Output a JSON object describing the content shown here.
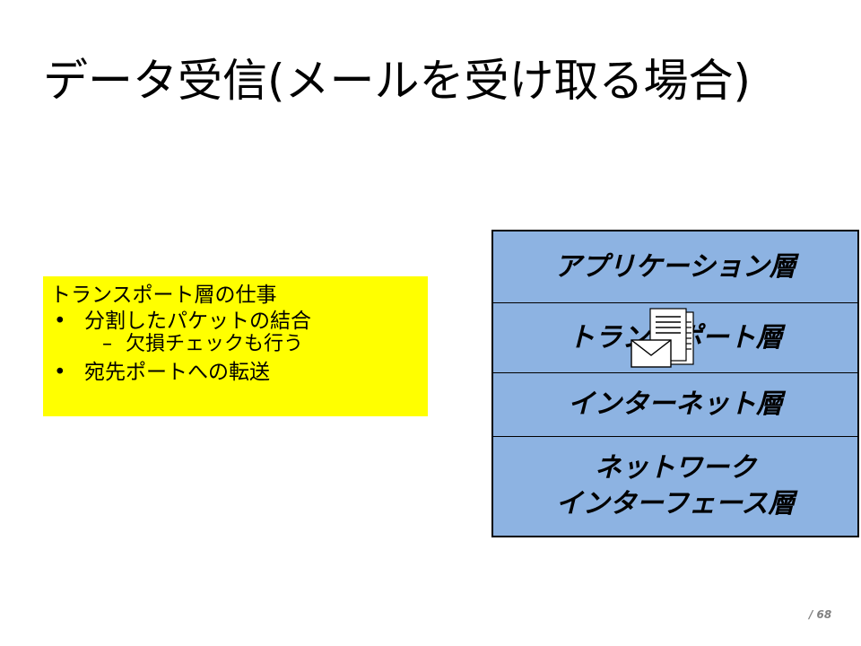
{
  "slide": {
    "title": "データ受信(メールを受け取る場合)",
    "page_number": "/ 68"
  },
  "info_box": {
    "heading": "トランスポート層の仕事",
    "bullets": [
      {
        "marker": "•",
        "text": "分割したパケットの結合",
        "sub": {
          "marker": "–",
          "text": "欠損チェックも行う"
        }
      },
      {
        "marker": "•",
        "text": "宛先ポートへの転送"
      }
    ],
    "background_color": "#ffff00"
  },
  "layers": {
    "fill_color": "#8db3e2",
    "application": "アプリケーション層",
    "transport": "トランスポート層",
    "internet": "インターネット層",
    "network_interface": [
      "ネットワーク",
      "インターフェース層"
    ]
  },
  "icons": {
    "mail": "mail-document-icon"
  }
}
